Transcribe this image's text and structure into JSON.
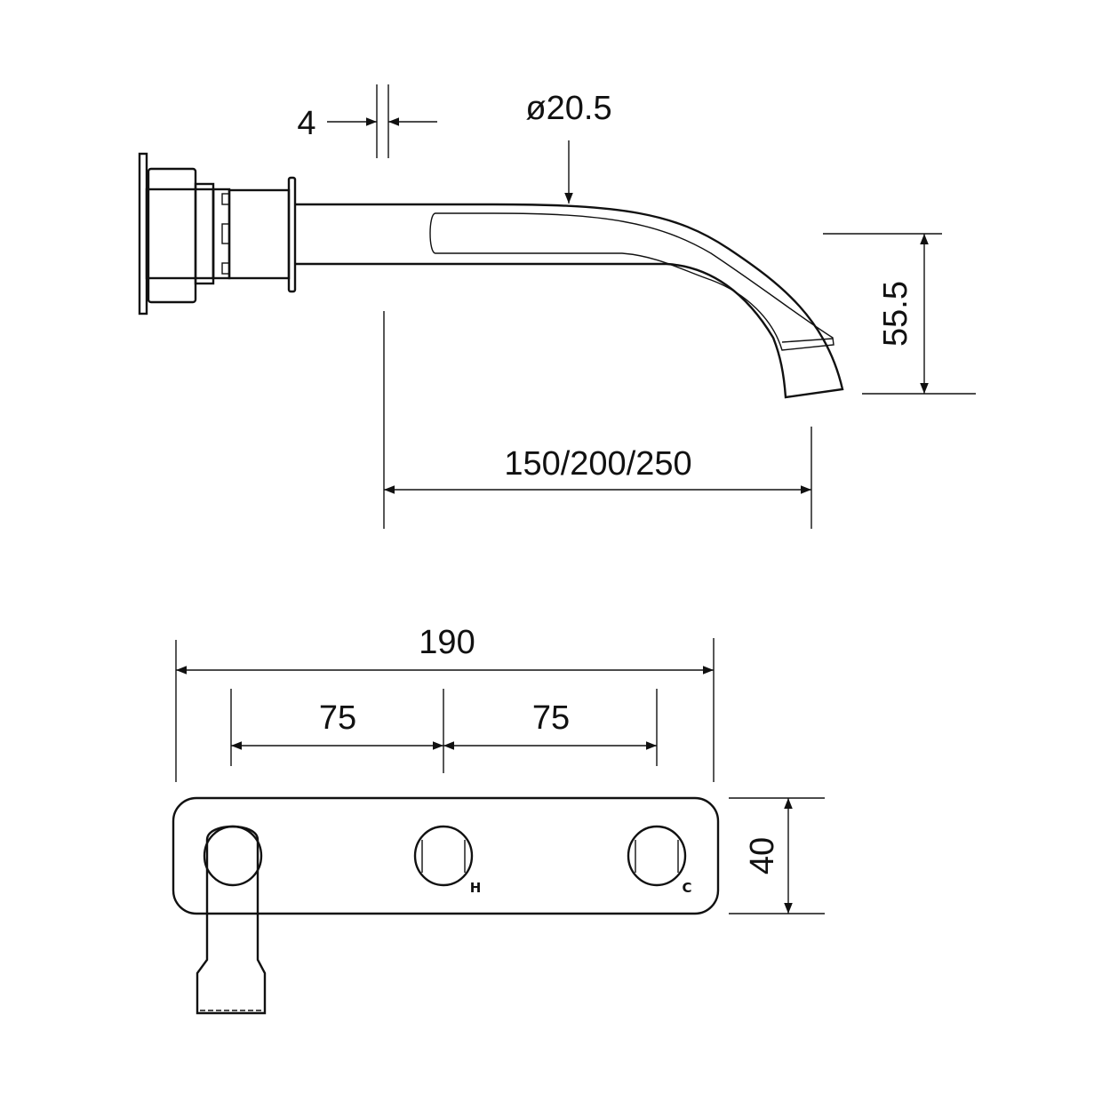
{
  "side_view": {
    "flange_thickness": "4",
    "spout_diameter": "ø20.5",
    "spout_height": "55.5",
    "spout_projection": "150/200/250"
  },
  "front_view": {
    "overall_width": "190",
    "spacing_left": "75",
    "spacing_right": "75",
    "plate_height": "40",
    "hot_label": "H",
    "cold_label": "C"
  },
  "colors": {
    "line": "#111111",
    "background": "#ffffff"
  }
}
